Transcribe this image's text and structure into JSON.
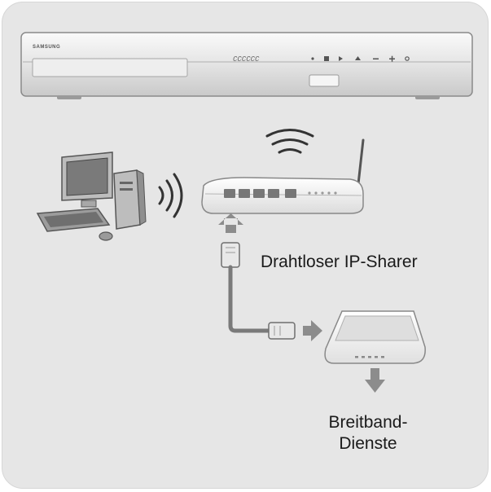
{
  "player": {
    "brand": "SAMSUNG",
    "display": "CCCCCC"
  },
  "router_label": "Drahtloser IP-Sharer",
  "modem_label_line1": "Breitband-",
  "modem_label_line2": "Dienste",
  "colors": {
    "panel": "#e6e6e6",
    "device_body": "#f2f2f2",
    "device_outline": "#8a8a8a",
    "arrow": "#8c8c8c",
    "cable": "#7a7a7a",
    "text": "#1a1a1a"
  }
}
